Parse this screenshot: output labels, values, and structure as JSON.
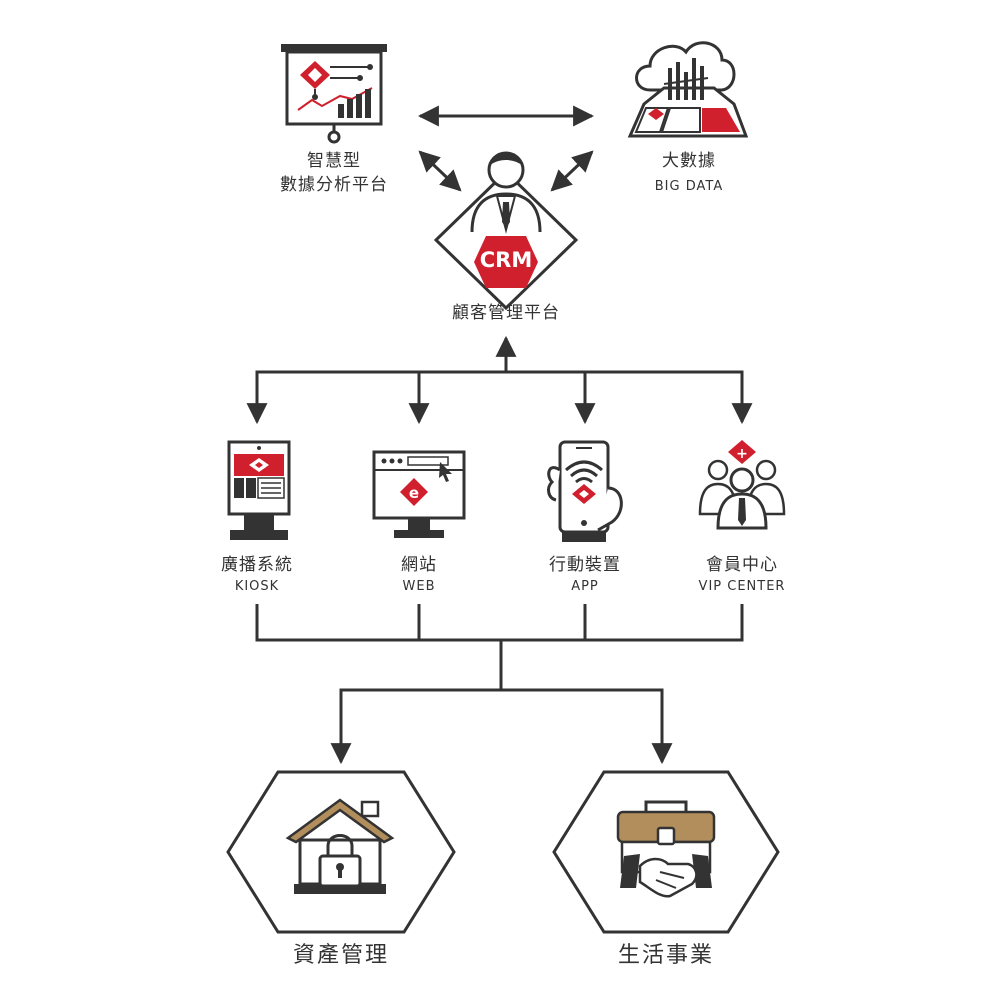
{
  "top": {
    "analytics": {
      "line1": "智慧型",
      "line2": "數據分析平台"
    },
    "bigdata": {
      "label": "大數據",
      "sub": "BIG DATA"
    },
    "crm": {
      "badge": "CRM",
      "label": "顧客管理平台"
    }
  },
  "channels": [
    {
      "label": "廣播系統",
      "sub": "KIOSK",
      "icon": "kiosk-icon"
    },
    {
      "label": "網站",
      "sub": "WEB",
      "icon": "web-browser-icon"
    },
    {
      "label": "行動裝置",
      "sub": "APP",
      "icon": "mobile-phone-icon"
    },
    {
      "label": "會員中心",
      "sub": "VIP CENTER",
      "icon": "vip-members-icon"
    }
  ],
  "outcomes": [
    {
      "label": "資產管理",
      "icon": "house-lock-icon"
    },
    {
      "label": "生活事業",
      "icon": "briefcase-handshake-icon"
    }
  ],
  "colors": {
    "red": "#d0202e",
    "dark": "#333333",
    "tan": "#b38e5d",
    "line": "#333333"
  }
}
